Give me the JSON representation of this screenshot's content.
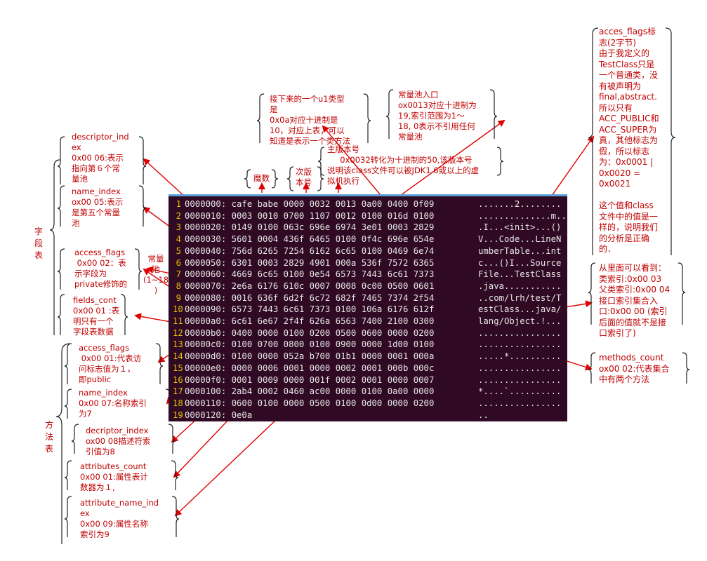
{
  "hexdump": {
    "rows": [
      {
        "n": "1",
        "hex": "0000000: cafe babe 0000 0032 0013 0a00 0400 0f09",
        "ascii": ".......2........"
      },
      {
        "n": "2",
        "hex": "0000010: 0003 0010 0700 1107 0012 0100 016d 0100",
        "ascii": "..............m.."
      },
      {
        "n": "3",
        "hex": "0000020: 0149 0100 063c 696e 6974 3e01 0003 2829",
        "ascii": ".I...<init>...()"
      },
      {
        "n": "4",
        "hex": "0000030: 5601 0004 436f 6465 0100 0f4c 696e 654e",
        "ascii": "V...Code...LineN"
      },
      {
        "n": "5",
        "hex": "0000040: 756d 6265 7254 6162 6c65 0100 0469 6e74",
        "ascii": "umberTable...int"
      },
      {
        "n": "6",
        "hex": "0000050: 6301 0003 2829 4901 000a 536f 7572 6365",
        "ascii": "c...()I...Source"
      },
      {
        "n": "7",
        "hex": "0000060: 4669 6c65 0100 0e54 6573 7443 6c61 7373",
        "ascii": "File...TestClass"
      },
      {
        "n": "8",
        "hex": "0000070: 2e6a 6176 610c 0007 0008 0c00 0500 0601",
        "ascii": ".java..........."
      },
      {
        "n": "9",
        "hex": "0000080: 0016 636f 6d2f 6c72 682f 7465 7374 2f54",
        "ascii": "..com/lrh/test/T"
      },
      {
        "n": "10",
        "hex": "0000090: 6573 7443 6c61 7373 0100 106a 6176 612f",
        "ascii": "estClass...java/"
      },
      {
        "n": "11",
        "hex": "00000a0: 6c61 6e67 2f4f 626a 6563 7400 2100 0300",
        "ascii": "lang/Object.!..."
      },
      {
        "n": "12",
        "hex": "00000b0: 0400 0000 0100 0200 0500 0600 0000 0200",
        "ascii": "................"
      },
      {
        "n": "13",
        "hex": "00000c0: 0100 0700 0800 0100 0900 0000 1d00 0100",
        "ascii": "................"
      },
      {
        "n": "14",
        "hex": "00000d0: 0100 0000 052a b700 01b1 0000 0001 000a",
        "ascii": ".....*.........."
      },
      {
        "n": "15",
        "hex": "00000e0: 0000 0006 0001 0000 0002 0001 000b 000c",
        "ascii": "................"
      },
      {
        "n": "16",
        "hex": "00000f0: 0001 0009 0000 001f 0002 0001 0000 0007",
        "ascii": "................"
      },
      {
        "n": "17",
        "hex": "0000100: 2ab4 0002 0460 ac00 0000 0100 0a00 0000",
        "ascii": "*....`.........."
      },
      {
        "n": "18",
        "hex": "0000110: 0600 0100 0000 0500 0100 0d00 0000 0200",
        "ascii": "................"
      },
      {
        "n": "19",
        "hex": "0000120: 0e0a",
        "ascii": ".."
      }
    ]
  },
  "labels": {
    "magic": "魔数",
    "version": "次版\n本号",
    "major_version": "主版本号\n     0x0032转化为十进制的50,该版本号\n说明该class文件可以被JDK1.6或以上的虚\n拟机执行",
    "u1_type": "接下来的一个u1类型\n是\n0x0a对应十进制是\n10，对应上表，可以\n知道是表示一个类方法",
    "constant_pool_entry": "常量池入口\nox0013对应十进制为\n19,索引范围为1～\n18, 0表示不引用任何\n常量池",
    "access_flags_class": "acces_flags标\n志(2字节)\n由于我定义的\nTestClass只是\n一个普通类，没\n有被声明为\nfinal,abstract.\n所以只有\nACC_PUBLIC和\nACC_SUPER为\n真，其他标志为\n假，所以标志\n为：0x0001 |\n0x0020 =\n0x0021\n\n这个值和class\n文件中的值是一\n样的，说明我们\n的分析是正确\n的．",
    "class_index": "从里面可以看到：\n类索引:0x00 03\n父类索引:0x00 04\n接口索引集合入\n口:0x00 00 (索引\n后面的值就不是接\n口索引了)",
    "methods_count": "methods_count\nox00 02:代表集合\n中有两个方法",
    "field_descriptor": "descriptor_ind\nex\n0x00 06:表示\n指向第６个常\n量池",
    "field_name": "name_index\nox00 05:表示\n是第五个常量\n池",
    "field_access": "access_flags\n 0x00 02：表\n示字段为\nprivate修饰的",
    "field_count": "fields_cont\n0x00 01 :表\n明只有一个\n字段表数据",
    "const_pool_side": "常量\n池\n(1~18\n)",
    "method_access": "access_flags\n 0x00 01:代表访\n问标志值为１，\n即public",
    "method_name": "name_index\n0x00 07:名称索引\n为7",
    "method_descriptor": "decriptor_index\nox00 08描述符索\n引值为8",
    "method_attr_count": "attributes_count\n0x00 01:属性表计\n数器为１,",
    "method_attr_name": "attribute_name_ind\nex\n0x00 09:属性名称\n索引为9",
    "field_table": "字\n段\n表",
    "method_table": "方\n法\n表"
  }
}
